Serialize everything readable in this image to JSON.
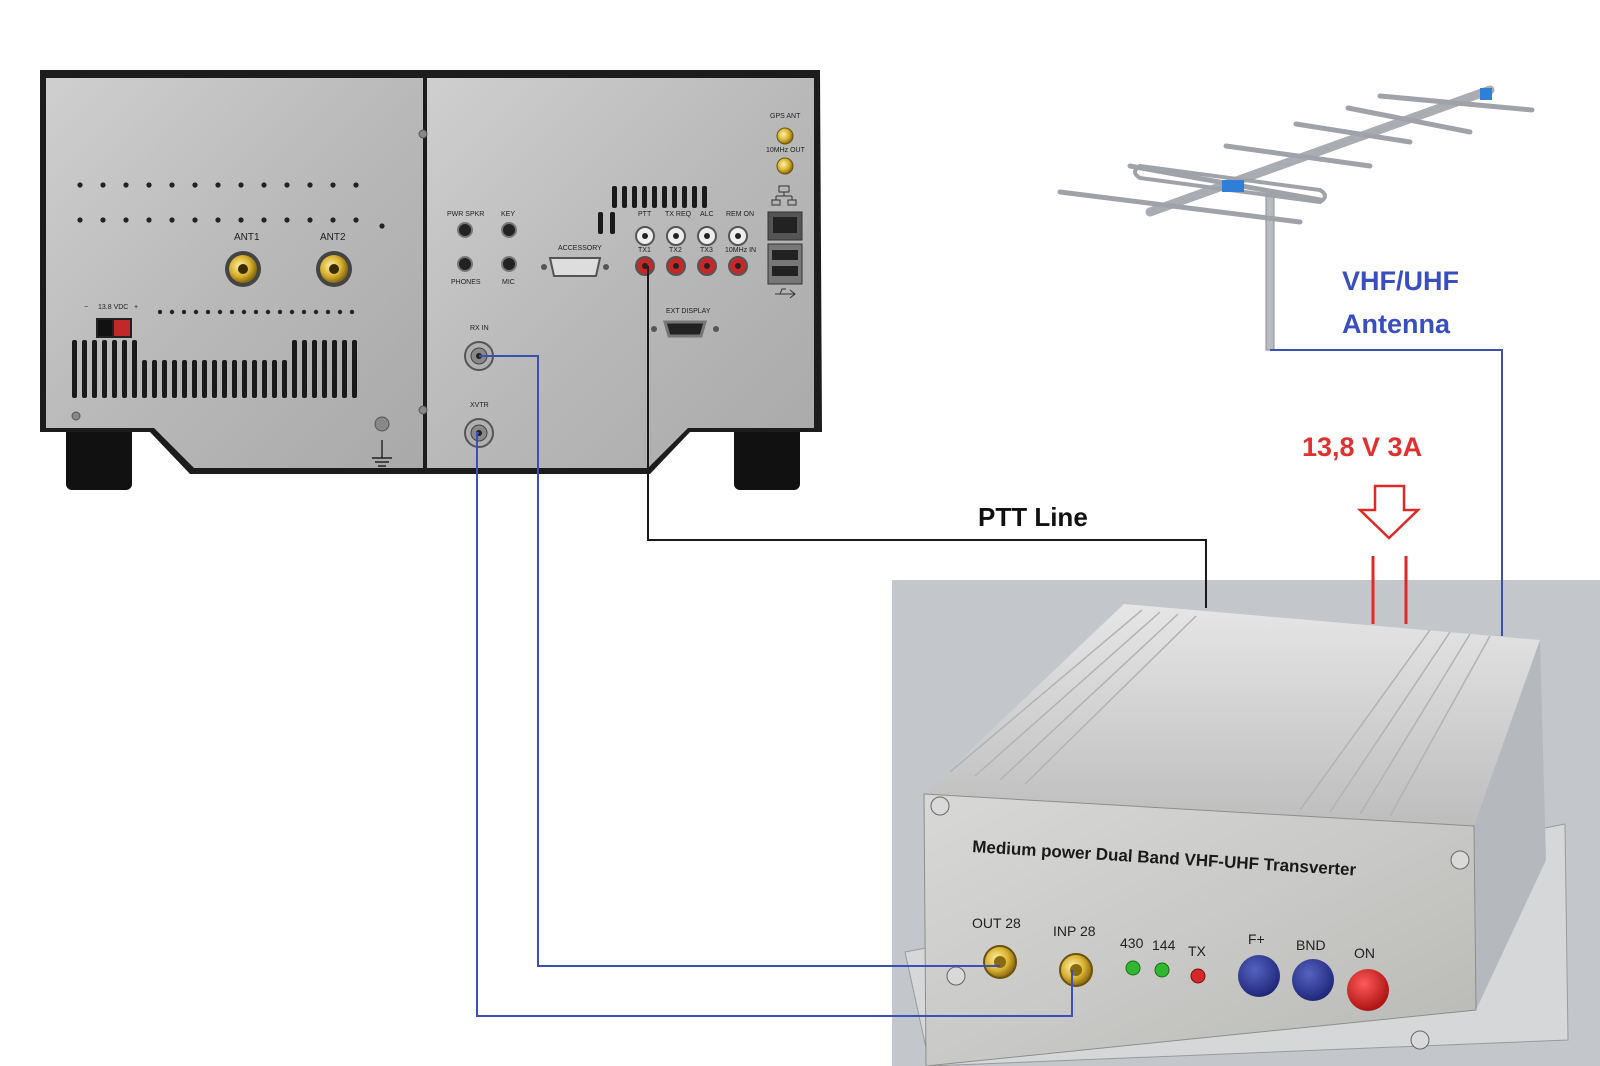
{
  "labels": {
    "antenna_line1": "VHF/UHF",
    "antenna_line2": "Antenna",
    "power": "13,8 V 3A",
    "ptt": "PTT Line"
  },
  "radio": {
    "ant1": "ANT1",
    "ant2": "ANT2",
    "dc": "13.8 VDC",
    "minus": "−",
    "plus": "+",
    "pwr_spkr": "PWR SPKR",
    "phones": "PHONES",
    "key": "KEY",
    "mic": "MIC",
    "accessory": "ACCESSORY",
    "ptt": "PTT",
    "tx_req": "TX REQ",
    "alc": "ALC",
    "rem_on": "REM ON",
    "tx1": "TX1",
    "tx2": "TX2",
    "tx3": "TX3",
    "ten_mhz_in": "10MHz IN",
    "gps_ant": "GPS ANT",
    "ten_mhz_out": "10MHz OUT",
    "ext_display": "EXT DISPLAY",
    "rx_in": "RX IN",
    "xvtr": "XVTR"
  },
  "transverter": {
    "title": "Medium power Dual Band VHF-UHF Transverter",
    "out28": "OUT 28",
    "inp28": "INP 28",
    "led430": "430",
    "led144": "144",
    "ledtx": "TX",
    "fplus": "F+",
    "bnd": "BND",
    "on": "ON"
  },
  "colors": {
    "blue_line": "#3a50b4",
    "red_power": "#e02828",
    "black_line": "#1a1a1a",
    "label_blue": "#3a4fbf",
    "label_red": "#e03030"
  }
}
